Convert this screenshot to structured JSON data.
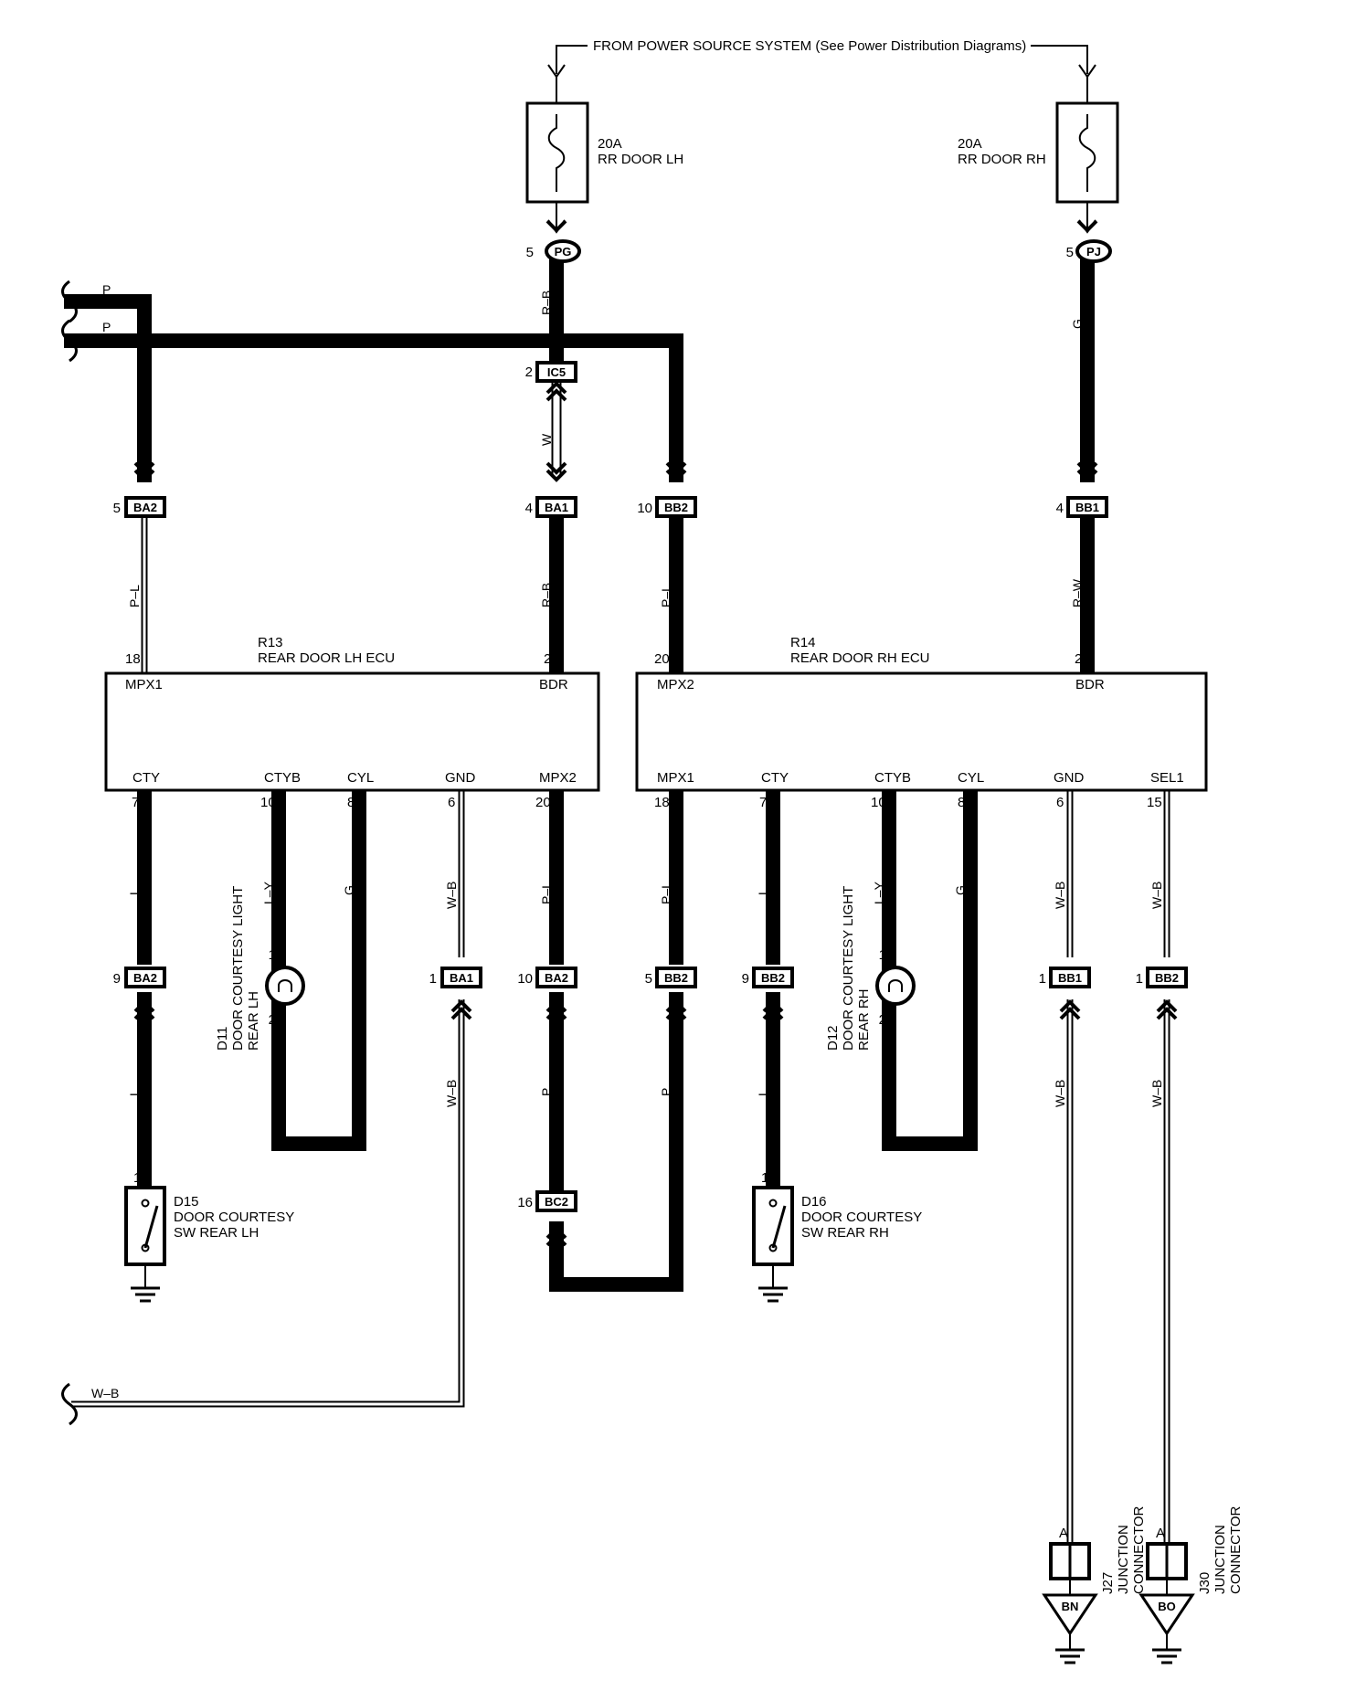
{
  "power_source": "FROM POWER SOURCE SYSTEM (See Power Distribution Diagrams)",
  "fuses": [
    {
      "rating": "20A",
      "name": "RR DOOR LH"
    },
    {
      "rating": "20A",
      "name": "RR DOOR RH"
    }
  ],
  "components": {
    "r13": {
      "id": "R13",
      "name": "REAR DOOR LH ECU"
    },
    "r14": {
      "id": "R14",
      "name": "REAR DOOR RH ECU"
    },
    "d11": {
      "id": "D11",
      "line1": "DOOR COURTESY LIGHT",
      "line2": "REAR LH"
    },
    "d12": {
      "id": "D12",
      "line1": "DOOR COURTESY LIGHT",
      "line2": "REAR RH"
    },
    "d15": {
      "id": "D15",
      "line1": "DOOR COURTESY",
      "line2": "SW REAR LH"
    },
    "d16": {
      "id": "D16",
      "line1": "DOOR COURTESY",
      "line2": "SW REAR RH"
    },
    "j27": {
      "id": "J27",
      "line1": "JUNCTION",
      "line2": "CONNECTOR",
      "pin": "A",
      "ground": "BN"
    },
    "j30": {
      "id": "J30",
      "line1": "JUNCTION",
      "line2": "CONNECTOR",
      "pin": "A",
      "ground": "BO"
    }
  },
  "r13_pins": {
    "mpx1": {
      "name": "MPX1",
      "num": "18"
    },
    "bdr": {
      "name": "BDR",
      "num": "2"
    },
    "cty": {
      "name": "CTY",
      "num": "7"
    },
    "ctyb": {
      "name": "CTYB",
      "num": "10"
    },
    "cyl": {
      "name": "CYL",
      "num": "8"
    },
    "gnd": {
      "name": "GND",
      "num": "6"
    },
    "mpx2": {
      "name": "MPX2",
      "num": "20"
    }
  },
  "r14_pins": {
    "mpx2": {
      "name": "MPX2",
      "num": "20"
    },
    "bdr": {
      "name": "BDR",
      "num": "2"
    },
    "mpx1": {
      "name": "MPX1",
      "num": "18"
    },
    "cty": {
      "name": "CTY",
      "num": "7"
    },
    "ctyb": {
      "name": "CTYB",
      "num": "10"
    },
    "cyl": {
      "name": "CYL",
      "num": "8"
    },
    "gnd": {
      "name": "GND",
      "num": "6"
    },
    "sel1": {
      "name": "SEL1",
      "num": "15"
    }
  },
  "connectors": {
    "pg": {
      "name": "PG",
      "pin": "5"
    },
    "pj": {
      "name": "PJ",
      "pin": "5"
    },
    "ic5": {
      "name": "IC5",
      "pin": "2"
    },
    "ba2_top": {
      "name": "BA2",
      "pin": "5"
    },
    "ba1_top": {
      "name": "BA1",
      "pin": "4"
    },
    "bb2_top": {
      "name": "BB2",
      "pin": "10"
    },
    "bb1_top": {
      "name": "BB1",
      "pin": "4"
    },
    "ba2_cty": {
      "name": "BA2",
      "pin": "9"
    },
    "ba1_gnd": {
      "name": "BA1",
      "pin": "1"
    },
    "ba2_mpx2": {
      "name": "BA2",
      "pin": "10"
    },
    "bb2_mpx1": {
      "name": "BB2",
      "pin": "5"
    },
    "bb2_cty": {
      "name": "BB2",
      "pin": "9"
    },
    "bb1_gnd": {
      "name": "BB1",
      "pin": "1"
    },
    "bb2_sel1": {
      "name": "BB2",
      "pin": "1"
    },
    "bc2": {
      "name": "BC2",
      "pin": "16"
    }
  },
  "wire_colors": {
    "p_top1": "P",
    "p_top2": "P",
    "rb_top": "R–B",
    "g_top": "G",
    "w_mid": "W",
    "pl_1": "P–L",
    "rb_2": "R–B",
    "pl_3": "P–L",
    "rw_4": "R–W",
    "l_1": "L",
    "ly_1": "L–Y",
    "g_1": "G",
    "wb_1": "W–B",
    "pl_5": "P–L",
    "pl_6": "P–L",
    "l_2": "L",
    "ly_2": "L–Y",
    "g_2": "G",
    "wb_2": "W–B",
    "wb_3": "W–B",
    "l_3": "L",
    "wb_4": "W–B",
    "p_1": "P",
    "p_2": "P",
    "l_4": "L",
    "wb_5": "W–B",
    "wb_6": "W–B",
    "wb_bottom": "W–B"
  },
  "lamp_pins": {
    "d11_1": "1",
    "d11_2": "2",
    "d12_1": "1",
    "d12_2": "2"
  },
  "switch_pins": {
    "d15": "1",
    "d16": "1"
  }
}
